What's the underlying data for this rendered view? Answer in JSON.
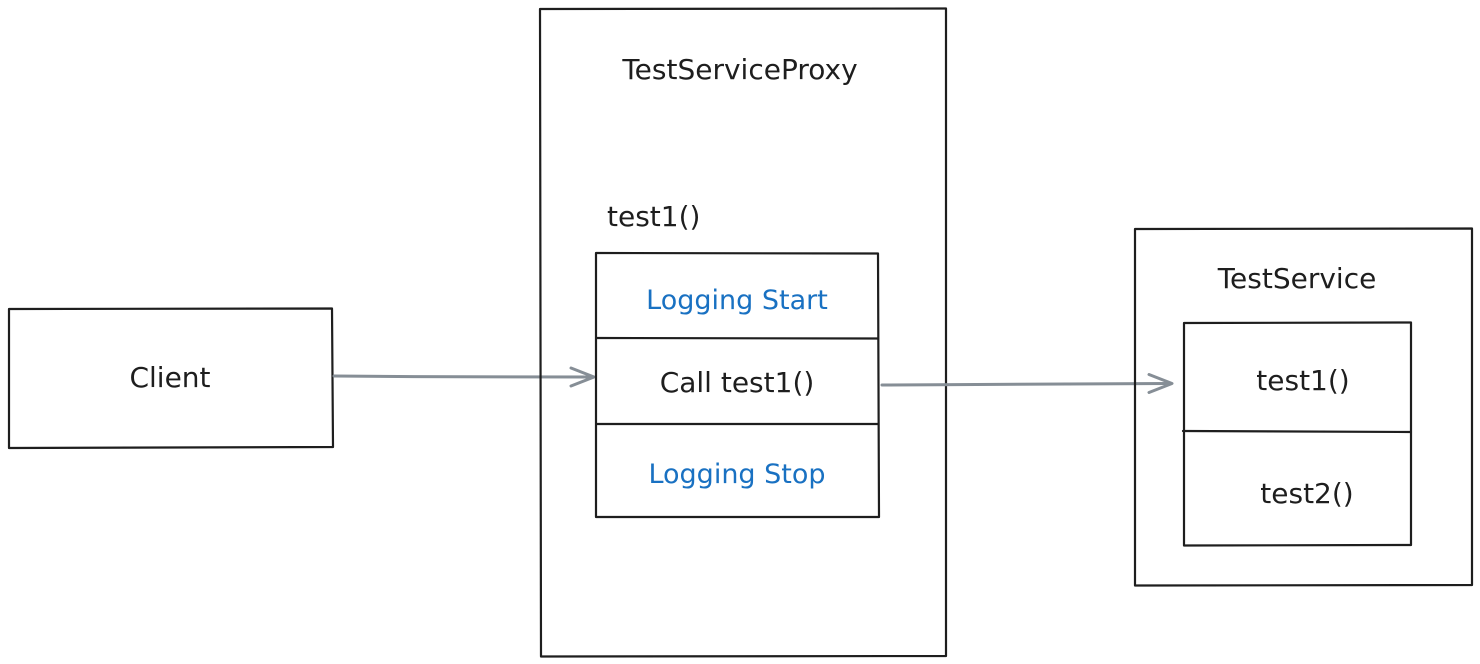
{
  "client": {
    "label": "Client"
  },
  "proxy": {
    "title": "TestServiceProxy",
    "method_label": "test1()",
    "steps": [
      {
        "label": "Logging Start",
        "color": "#1971c2"
      },
      {
        "label": "Call test1()",
        "color": "#1e1e1e"
      },
      {
        "label": "Logging Stop",
        "color": "#1971c2"
      }
    ]
  },
  "service": {
    "title": "TestService",
    "methods": [
      "test1()",
      "test2()"
    ]
  },
  "colors": {
    "stroke": "#1e1e1e",
    "arrow": "#868e96",
    "accent": "#1971c2"
  }
}
